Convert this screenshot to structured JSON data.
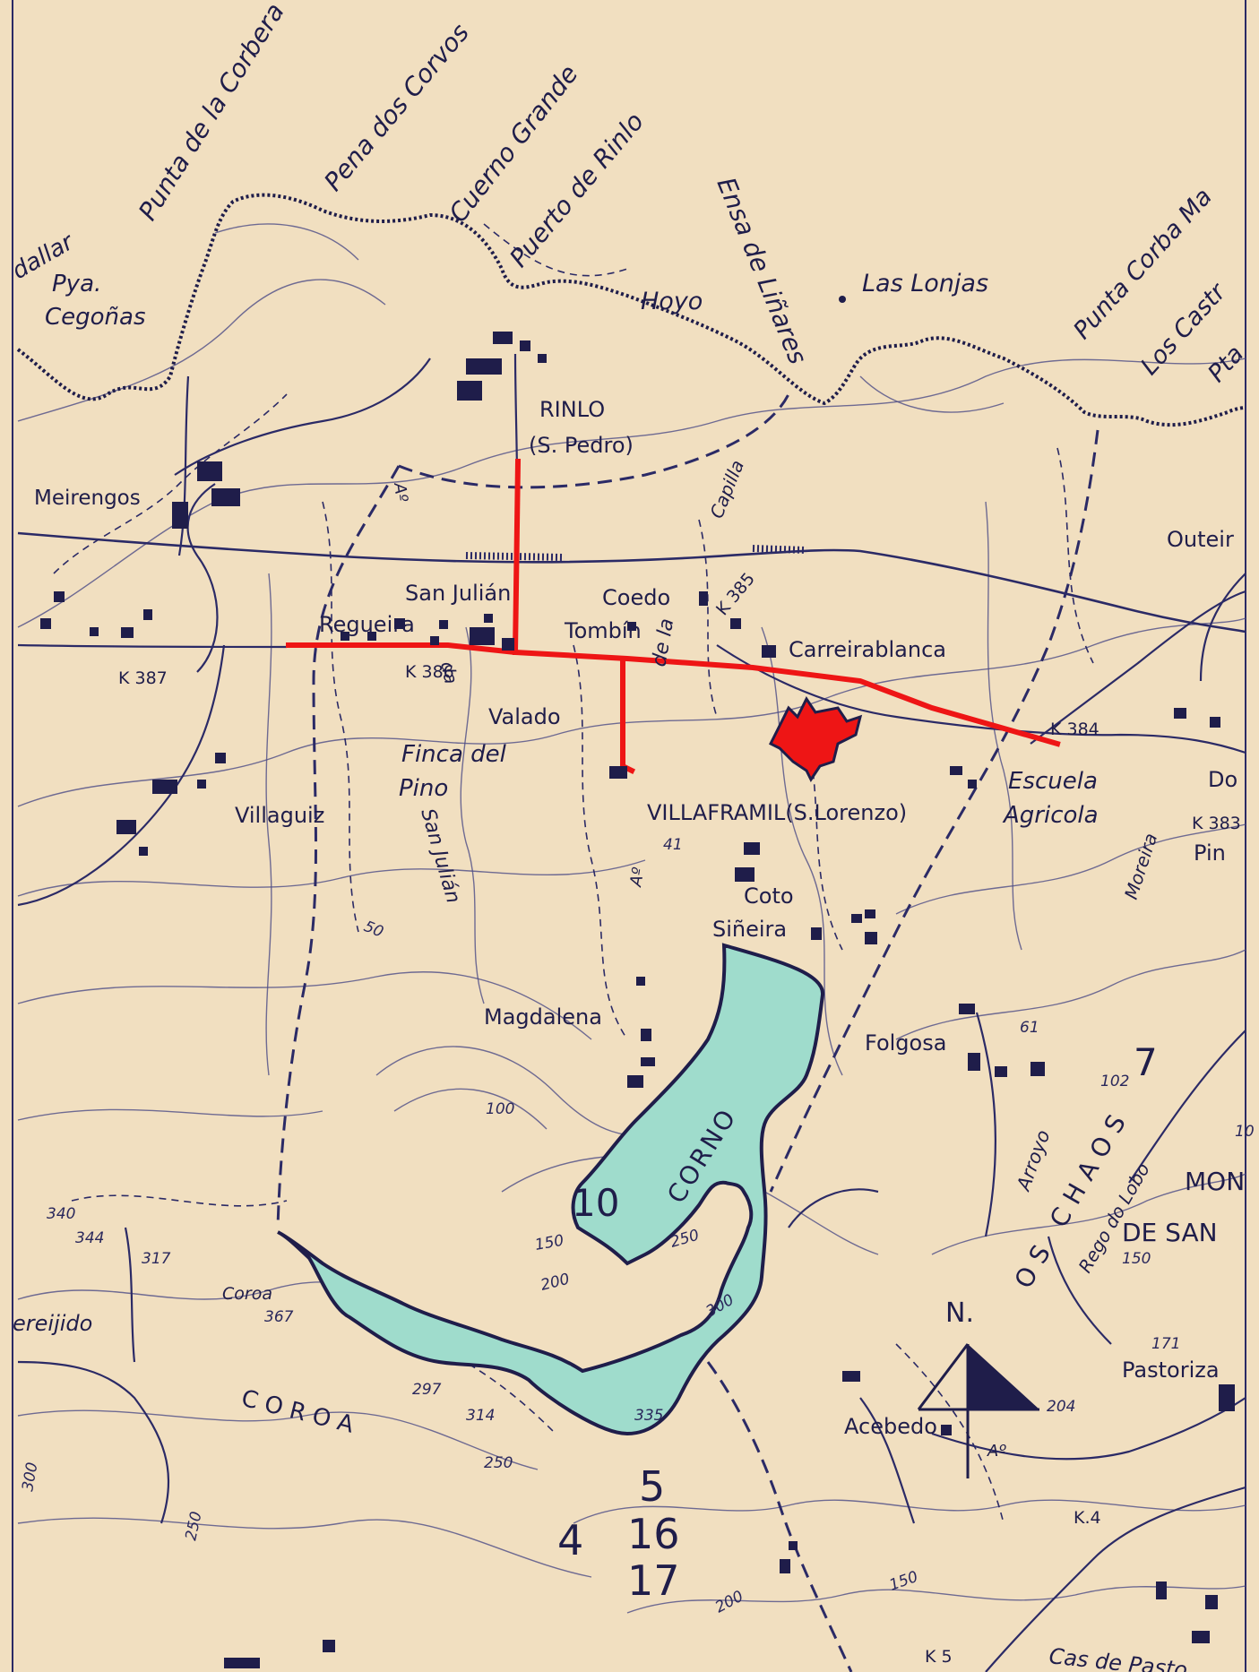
{
  "coast_labels": {
    "dallar": "dallar",
    "pya_line1": "Pya.",
    "pya_line2": "Cegoñas",
    "punta_corbera": "Punta de la Corbera",
    "pena_corvos": "Pena dos Corvos",
    "cuerno_grande": "Cuerno Grande",
    "puerto_rinlo": "Puerto de Rinlo",
    "ensa_linares": "Ensa de Liñares",
    "hoyo": "Hoyo",
    "las_lonjas": "Las Lonjas",
    "punta_corba": "Punta Corba Ma",
    "los_castr": "Los Castr",
    "pta": "Pta"
  },
  "places": {
    "rinlo_line1": "RINLO",
    "rinlo_line2": "(S. Pedro)",
    "meirengos": "Meirengos",
    "san_julian": "San Julián",
    "regueira": "Regueira",
    "coedo": "Coedo",
    "tombin": "Tombín",
    "carreirablanca": "Carreirablanca",
    "outeir": "Outeir",
    "valado": "Valado",
    "finca_line1": "Finca del",
    "finca_line2": "Pino",
    "villaguiz": "Villaguiz",
    "villaframil": "VILLAFRAMIL(S.Lorenzo)",
    "escuela_line1": "Escuela",
    "escuela_line2": "Agricola",
    "do": "Do",
    "pin": "Pin",
    "coto": "Coto",
    "sineira": "Siñeira",
    "magdalena": "Magdalena",
    "folgosa": "Folgosa",
    "coroa": "Coroa",
    "acebedo": "Acebedo",
    "pastoriza": "Pastoriza",
    "ereijido": "ereijido",
    "cas_de_pasto": "Cas de Pasto"
  },
  "streams": {
    "capilla": "Capilla",
    "san_julian_stream": "San Julián",
    "da": "da",
    "de_la": "de la",
    "a1": "Aº",
    "a2": "Aº",
    "a3": "Aº",
    "moreira": "Moreira",
    "arroyo": "Arroyo",
    "rego_do_lobo": "Rego do Lobo"
  },
  "regions": {
    "corno": "CORNO",
    "os_chaos": "OS CHAOS",
    "mon": "MON",
    "de_san": "DE SAN",
    "coroa_ridge": "C O R O A"
  },
  "km_markers": {
    "k387": "K 387",
    "k386": "K 386",
    "k385": "K 385",
    "k384": "K 384",
    "k383": "K 383",
    "k4": "K.4",
    "k5": "K 5"
  },
  "elevations": {
    "e41": "41",
    "e50": "50",
    "e61": "61",
    "e100": "100",
    "e102": "102",
    "e150a": "150",
    "e150b": "150",
    "e150c": "150",
    "e171": "171",
    "e200a": "200",
    "e200b": "200",
    "e204": "204",
    "e250a": "250",
    "e250b": "250",
    "e250c": "250",
    "e297": "297",
    "e300a": "300",
    "e300b": "300",
    "e314": "314",
    "e317": "317",
    "e335": "335",
    "e340": "340",
    "e344": "344",
    "e367": "367",
    "e10": "10"
  },
  "zone_numbers": {
    "n10": "10",
    "n7": "7",
    "n5": "5",
    "n16": "16",
    "n4": "4",
    "n17": "17"
  },
  "north_label": "N.",
  "colors": {
    "paper": "#f1dfc0",
    "ink": "#1f1d4a",
    "highlight_road": "#ee1515",
    "highlight_area": "#9fdccc"
  }
}
